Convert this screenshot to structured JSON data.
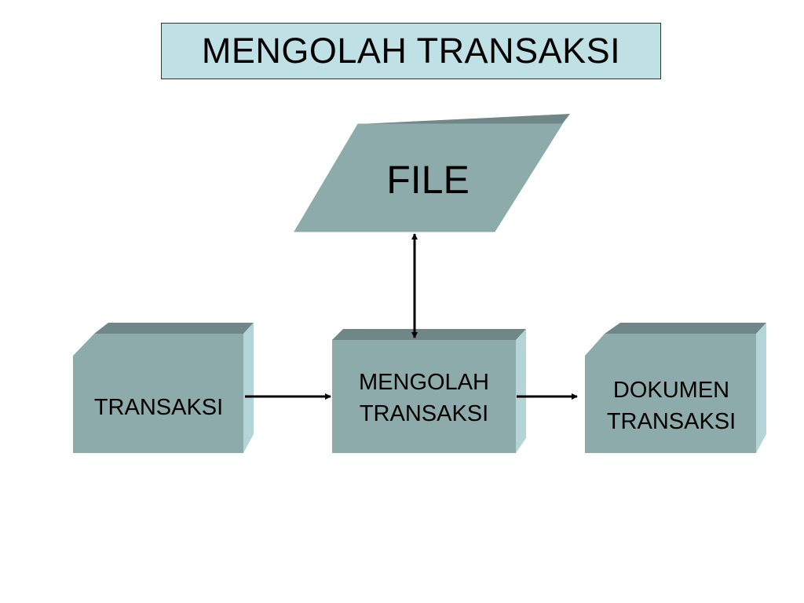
{
  "title": "MENGOLAH TRANSAKSI",
  "nodes": {
    "file": "FILE",
    "transaksi": "TRANSAKSI",
    "mengolah": [
      "MENGOLAH",
      "TRANSAKSI"
    ],
    "dokumen": [
      "DOKUMEN",
      "TRANSAKSI"
    ]
  },
  "colors": {
    "title_fill": "#bfe0e5",
    "shape_front": "#8eabac",
    "shape_top": "#6f8788",
    "shape_side": "#b5d4d8"
  }
}
